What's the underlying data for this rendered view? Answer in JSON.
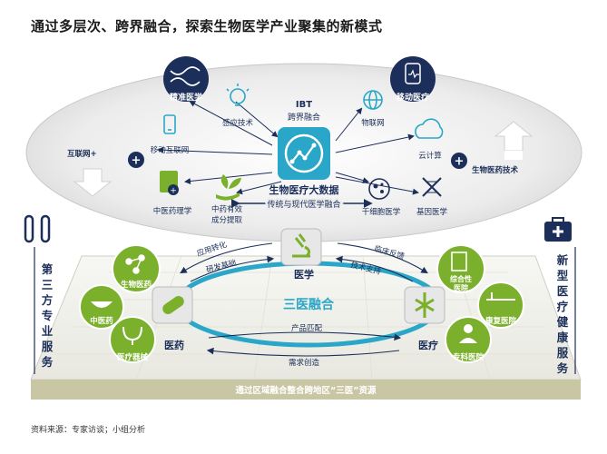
{
  "title": "通过多层次、跨界融合，探索生物医学产业聚集的新模式",
  "source": "资料来源：专家访谈；小组分析",
  "ibt": {
    "line1": "IBT",
    "line2": "跨界融合"
  },
  "hub": {
    "title": "生物医疗大数据",
    "subtitle": "传统与现代医学融合"
  },
  "top_items": {
    "precision": "精准医学",
    "mobile_med": "移动医疗",
    "sensing": "感应技术",
    "mobile_internet": "移动互联网",
    "iot": "物联网",
    "cloud": "云计算",
    "tcm_pharm": "中医药理学",
    "tcm_extract_1": "中药有效",
    "tcm_extract_2": "成分提取",
    "stem_cell": "干细胞医学",
    "gene": "基因医学"
  },
  "side_left": "互联网+",
  "side_right": "生物医药技术",
  "center": {
    "label": "三医融合",
    "medicine": "医学",
    "pharma": "医药",
    "medical": "医疗"
  },
  "arrows": {
    "app_transform": "应用转化",
    "research_base": "研发基础",
    "clinical_feedback": "临床反馈",
    "tech_support": "技术支持",
    "product_match": "产品匹配",
    "demand_create": "需求创造"
  },
  "left_cluster": [
    "生物医药",
    "中医药",
    "医疗器械"
  ],
  "right_cluster": [
    "综合性医院",
    "康复医院",
    "专科医院"
  ],
  "left_vertical": "第三方专业服务",
  "right_vertical": "新型医疗健康服务",
  "bottom_bar": "通过区域融合整合跨地区“三医”资源",
  "colors": {
    "green": "#7bb02c",
    "navy": "#1c2f5a",
    "teal": "#2aa7c8",
    "grey": "#dcdcdc"
  }
}
